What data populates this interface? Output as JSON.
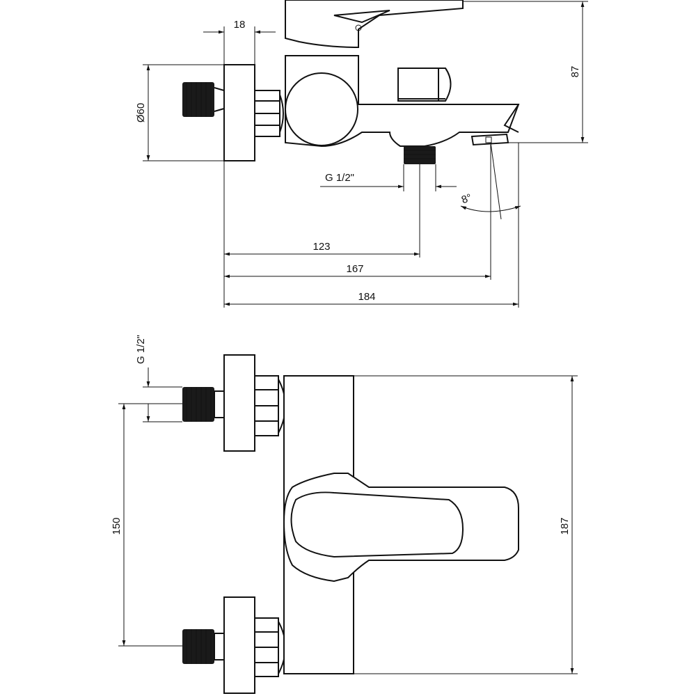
{
  "dimensions": {
    "d18": "18",
    "dia60": "Ø60",
    "d87": "87",
    "thread_top": "G 1/2\"",
    "angle": "8°",
    "d123": "123",
    "d167": "167",
    "d184": "184",
    "thread_side": "G 1/2\"",
    "d150": "150",
    "d187": "187"
  }
}
